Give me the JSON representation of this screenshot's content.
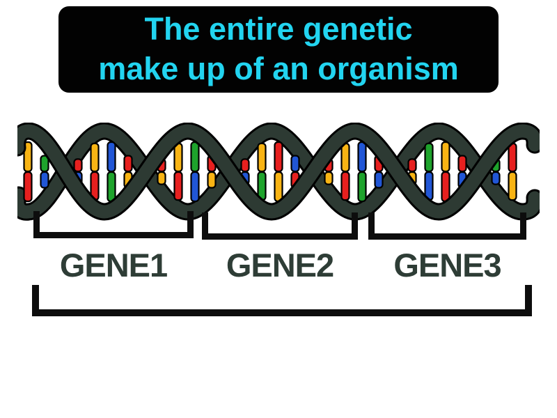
{
  "title": {
    "line1": "The entire genetic",
    "line2": "make up of an organism",
    "text_color": "#22D4F0",
    "bg_color": "#020202"
  },
  "genes": [
    {
      "label": "GENE1"
    },
    {
      "label": "GENE2"
    },
    {
      "label": "GENE3"
    }
  ],
  "colors": {
    "label_color": "#2E3D36",
    "bracket_color": "#0D0D0D",
    "background": "#FFFFFF"
  },
  "dna": {
    "strand_color": "#2D3A33",
    "outline_color": "#000000",
    "base_colors": {
      "red": "#E7201F",
      "yellow": "#F8B414",
      "green": "#1EA32C",
      "blue": "#2156D6"
    },
    "rung_pairs": [
      [
        "yellow",
        "red"
      ],
      [
        "green",
        "blue"
      ],
      [
        "red",
        "blue"
      ],
      [
        "yellow",
        "red"
      ],
      [
        "blue",
        "green"
      ],
      [
        "red",
        "yellow"
      ],
      [
        "red",
        "yellow"
      ],
      [
        "yellow",
        "red"
      ],
      [
        "green",
        "blue"
      ],
      [
        "red",
        "yellow"
      ],
      [
        "red",
        "blue"
      ],
      [
        "yellow",
        "green"
      ],
      [
        "red",
        "yellow"
      ],
      [
        "blue",
        "red"
      ],
      [
        "red",
        "yellow"
      ],
      [
        "yellow",
        "red"
      ],
      [
        "blue",
        "green"
      ],
      [
        "red",
        "blue"
      ],
      [
        "red",
        "yellow"
      ],
      [
        "green",
        "blue"
      ],
      [
        "yellow",
        "red"
      ],
      [
        "red",
        "blue"
      ],
      [
        "green",
        "blue"
      ],
      [
        "red",
        "yellow"
      ]
    ]
  }
}
